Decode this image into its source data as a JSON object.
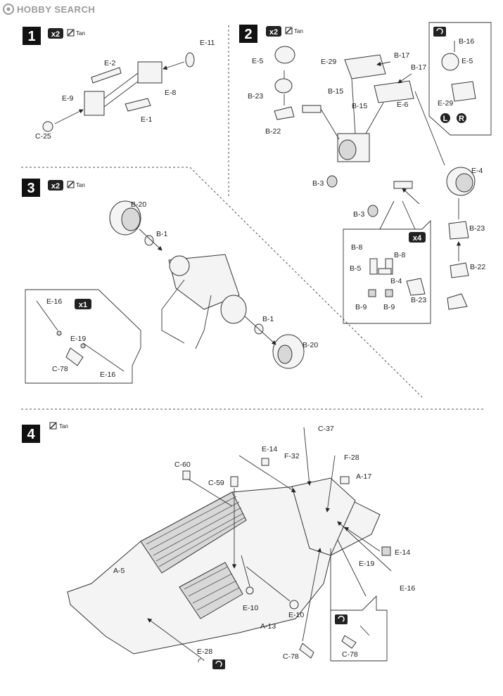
{
  "watermark": "HOBBY SEARCH",
  "paint_color": "Tan",
  "steps": [
    {
      "number": "1",
      "quantity": "x2",
      "parts": [
        "E-11",
        "E-2",
        "E-9",
        "E-8",
        "E-1",
        "C-25"
      ]
    },
    {
      "number": "2",
      "quantity": "x2",
      "parts": [
        "E-5",
        "E-29",
        "B-17",
        "B-17",
        "B-15",
        "B-15",
        "B-23",
        "B-22",
        "E-6",
        "B-3",
        "B-3",
        "E-4",
        "B-23",
        "B-22"
      ],
      "inset": {
        "parts": [
          "B-16",
          "E-5",
          "E-29"
        ],
        "badges": [
          "L",
          "R"
        ]
      },
      "subassembly": {
        "quantity": "x4",
        "parts": [
          "B-8",
          "B-8",
          "B-5",
          "B-4",
          "B-9",
          "B-9",
          "B-23"
        ]
      }
    },
    {
      "number": "3",
      "quantity": "x2",
      "parts": [
        "B-20",
        "B-1",
        "B-1",
        "B-20"
      ],
      "subassembly": {
        "quantity": "x1",
        "parts": [
          "E-16",
          "E-19",
          "C-78",
          "E-16"
        ]
      }
    },
    {
      "number": "4",
      "quantity": "",
      "parts": [
        "C-37",
        "E-14",
        "F-32",
        "F-28",
        "A-17",
        "C-60",
        "C-59",
        "A-5",
        "E-14",
        "E-19",
        "E-16",
        "E-10",
        "E-10",
        "A-13",
        "E-28",
        "C-78"
      ],
      "inset": {
        "parts": [
          "C-78"
        ]
      }
    }
  ]
}
